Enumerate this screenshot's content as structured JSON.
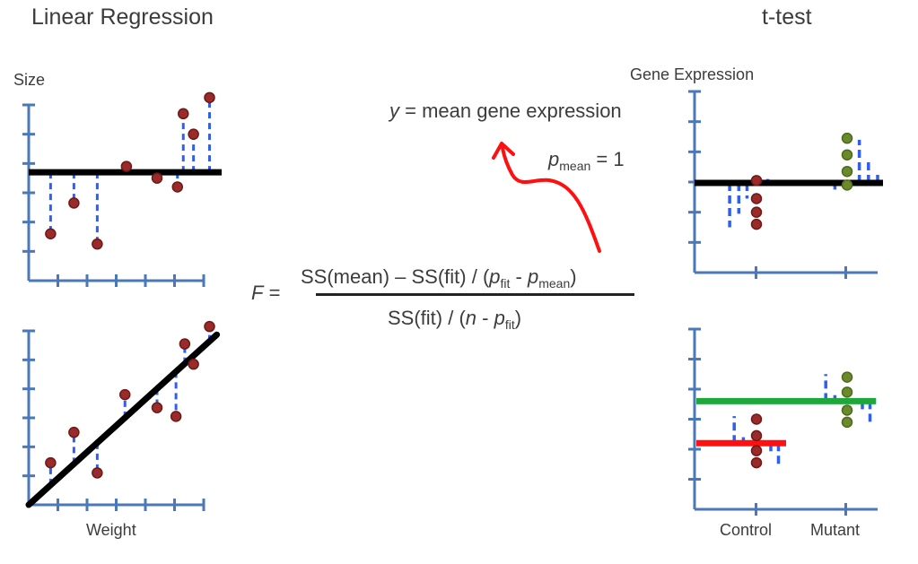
{
  "colors": {
    "axis": "#4a78b8",
    "residual": "#2f5ff0",
    "point_red": "#9a2b2b",
    "point_red_rim": "#6e1818",
    "point_green": "#6a8a2c",
    "point_green_rim": "#4c6a1a",
    "mean_line": "#000000",
    "green_line": "#1ea83c",
    "red_line": "#ff1010",
    "arrow": "#ff1010"
  },
  "titles": {
    "linear_regression": "Linear Regression",
    "t_test": "t-test"
  },
  "labels": {
    "size": "Size",
    "weight": "Weight",
    "gene_expression": "Gene Expression",
    "control": "Control",
    "mutant": "Mutant"
  },
  "annotation": {
    "y_var": "y",
    "y_rest": " = mean gene expression",
    "p": "p",
    "p_sub": "mean",
    "p_rest": " = 1"
  },
  "formula": {
    "lhs_var": "F",
    "lhs_eq": " =",
    "num_a": "SS(mean) – SS(fit) / (",
    "num_p1": "p",
    "num_p1_sub": "fit",
    "num_mid": " - ",
    "num_p2": "p",
    "num_p2_sub": "mean",
    "num_close": ")",
    "den_a": "SS(fit) / (",
    "den_n": "n",
    "den_mid": " - ",
    "den_p": "p",
    "den_p_sub": "fit",
    "den_close": ")"
  },
  "chart_data": [
    {
      "type": "scatter",
      "name": "regression-mean",
      "title": "Linear Regression",
      "xlabel": "",
      "ylabel": "Size",
      "xlim": [
        0,
        6
      ],
      "ylim": [
        0,
        6
      ],
      "x_ticks": 6,
      "y_ticks": 6,
      "points": [
        [
          0.75,
          1.6
        ],
        [
          1.55,
          2.65
        ],
        [
          2.35,
          1.25
        ],
        [
          3.35,
          3.9
        ],
        [
          4.4,
          3.5
        ],
        [
          5.1,
          3.2
        ],
        [
          5.3,
          5.7
        ],
        [
          5.65,
          5.0
        ],
        [
          6.2,
          6.25
        ]
      ],
      "fit_line": {
        "kind": "horizontal",
        "y": 3.7
      },
      "residuals": true
    },
    {
      "type": "scatter",
      "name": "regression-fit",
      "xlabel": "Weight",
      "ylabel": "",
      "xlim": [
        0,
        6
      ],
      "ylim": [
        0,
        6
      ],
      "x_ticks": 6,
      "y_ticks": 6,
      "points": [
        [
          0.75,
          1.45
        ],
        [
          1.55,
          2.5
        ],
        [
          2.35,
          1.1
        ],
        [
          3.3,
          3.8
        ],
        [
          4.4,
          3.35
        ],
        [
          5.05,
          3.05
        ],
        [
          5.35,
          5.55
        ],
        [
          5.65,
          4.85
        ],
        [
          6.2,
          6.15
        ]
      ],
      "fit_line": {
        "kind": "linear",
        "slope": 0.91,
        "intercept": 0.0
      },
      "residuals": true
    },
    {
      "type": "scatter",
      "name": "ttest-mean",
      "title": "t-test",
      "ylabel": "Gene Expression",
      "categories": [
        "",
        ""
      ],
      "xlim": [
        0,
        6
      ],
      "ylim": [
        0,
        6
      ],
      "y_ticks": 6,
      "x_cat_positions": [
        2,
        5
      ],
      "groups": [
        {
          "name": "Control",
          "color": "red",
          "x": 2,
          "values": [
            3.05,
            2.45,
            2.0,
            1.6
          ]
        },
        {
          "name": "Mutant",
          "color": "green",
          "x": 5,
          "values": [
            4.45,
            3.9,
            3.35,
            2.9
          ]
        }
      ],
      "lines": [
        {
          "kind": "overall-mean",
          "y": 2.97,
          "color": "black"
        }
      ],
      "residuals_ttest": [
        {
          "x": 1.15,
          "to": 1.5
        },
        {
          "x": 1.45,
          "to": 1.95
        },
        {
          "x": 1.72,
          "to": 2.45
        },
        {
          "x": 2.4,
          "to": 3.1
        },
        {
          "x": 4.6,
          "to": 2.75
        },
        {
          "x": 5.4,
          "to": 4.4
        },
        {
          "x": 5.7,
          "to": 3.8
        },
        {
          "x": 6.0,
          "to": 3.25
        }
      ]
    },
    {
      "type": "scatter",
      "name": "ttest-fit",
      "xlabel": "",
      "categories": [
        "Control",
        "Mutant"
      ],
      "xlim": [
        0,
        6
      ],
      "ylim": [
        0,
        6
      ],
      "y_ticks": 6,
      "x_cat_positions": [
        2,
        5
      ],
      "groups": [
        {
          "name": "Control",
          "color": "red",
          "x": 2,
          "values": [
            3.0,
            2.45,
            1.95,
            1.55
          ]
        },
        {
          "name": "Mutant",
          "color": "green",
          "x": 5,
          "values": [
            4.4,
            3.9,
            3.3,
            2.9
          ]
        }
      ],
      "lines": [
        {
          "kind": "group-mean",
          "y": 2.2,
          "x_from": 0,
          "x_to": 3,
          "color": "red"
        },
        {
          "kind": "group-mean",
          "y": 3.6,
          "x_from": 0,
          "x_to": 5.95,
          "color": "green"
        }
      ],
      "residuals_ttest": [
        {
          "x": 1.3,
          "to": 3.1,
          "base": 2.2
        },
        {
          "x": 1.6,
          "to": 2.4,
          "base": 2.2
        },
        {
          "x": 2.5,
          "to": 1.85,
          "base": 2.2
        },
        {
          "x": 2.75,
          "to": 1.45,
          "base": 2.2
        },
        {
          "x": 4.3,
          "to": 4.5,
          "base": 3.6
        },
        {
          "x": 4.6,
          "to": 3.8,
          "base": 3.6
        },
        {
          "x": 5.5,
          "to": 3.3,
          "base": 3.6
        },
        {
          "x": 5.75,
          "to": 2.9,
          "base": 3.6
        }
      ]
    }
  ]
}
